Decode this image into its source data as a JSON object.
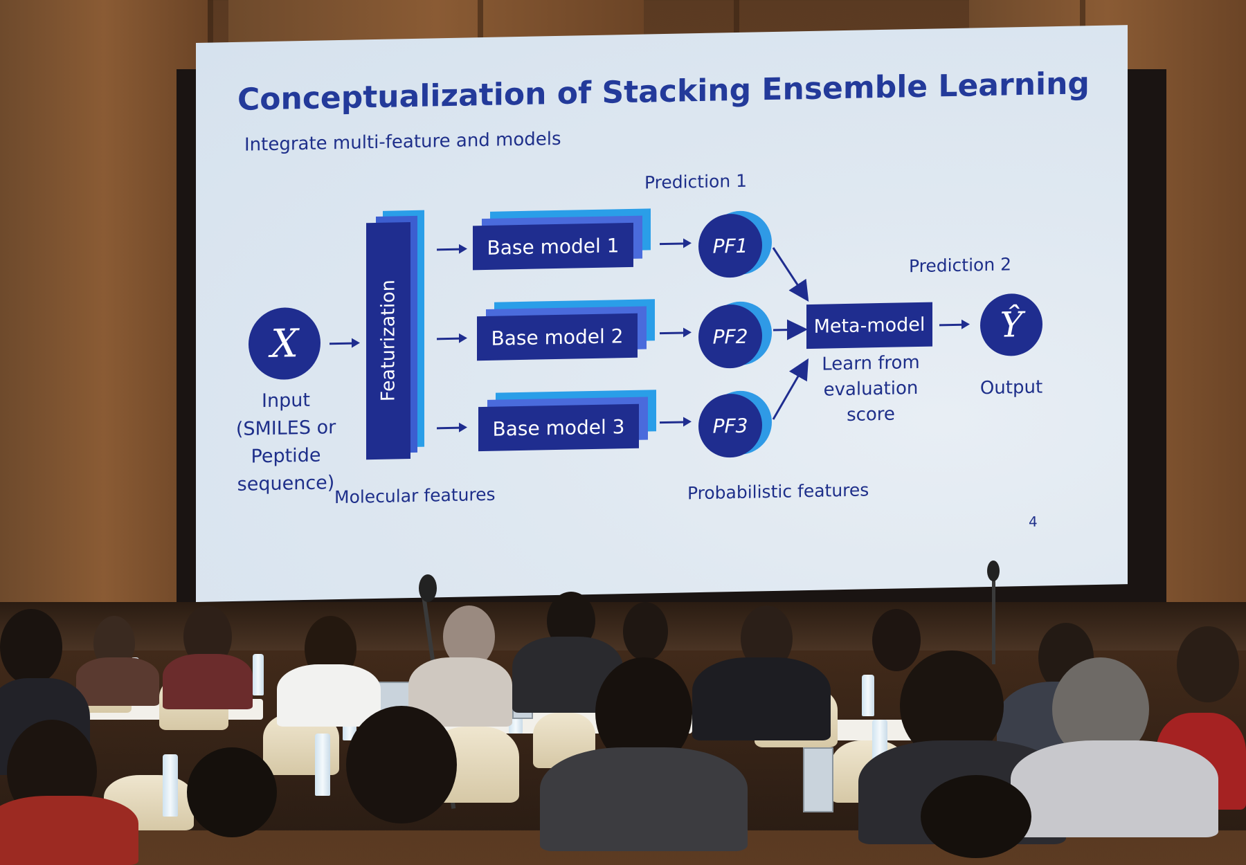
{
  "slide": {
    "title": "Conceptualization of Stacking Ensemble Learning",
    "subtitle": "Integrate multi-feature and models",
    "input": {
      "symbol": "X",
      "label_lines": [
        "Input",
        "(SMILES or",
        "Peptide",
        "sequence)"
      ]
    },
    "featurization": "Featurization",
    "molecular_features": "Molecular features",
    "base_models": [
      "Base model 1",
      "Base model 2",
      "Base model 3"
    ],
    "prediction1": "Prediction 1",
    "prediction2": "Prediction 2",
    "pf": [
      "PF1",
      "PF2",
      "PF3"
    ],
    "probabilistic_features": "Probabilistic features",
    "meta_model": "Meta-model",
    "meta_caption_lines": [
      "Learn from",
      "evaluation",
      "score"
    ],
    "output_symbol": "Ŷ",
    "output_label": "Output",
    "page_number": "4"
  },
  "colors": {
    "title_blue": "#233a9a",
    "box_navy": "#1f2d8f",
    "accent_cyan": "#2a9ee8",
    "slide_bg": "#dfe8f1"
  }
}
